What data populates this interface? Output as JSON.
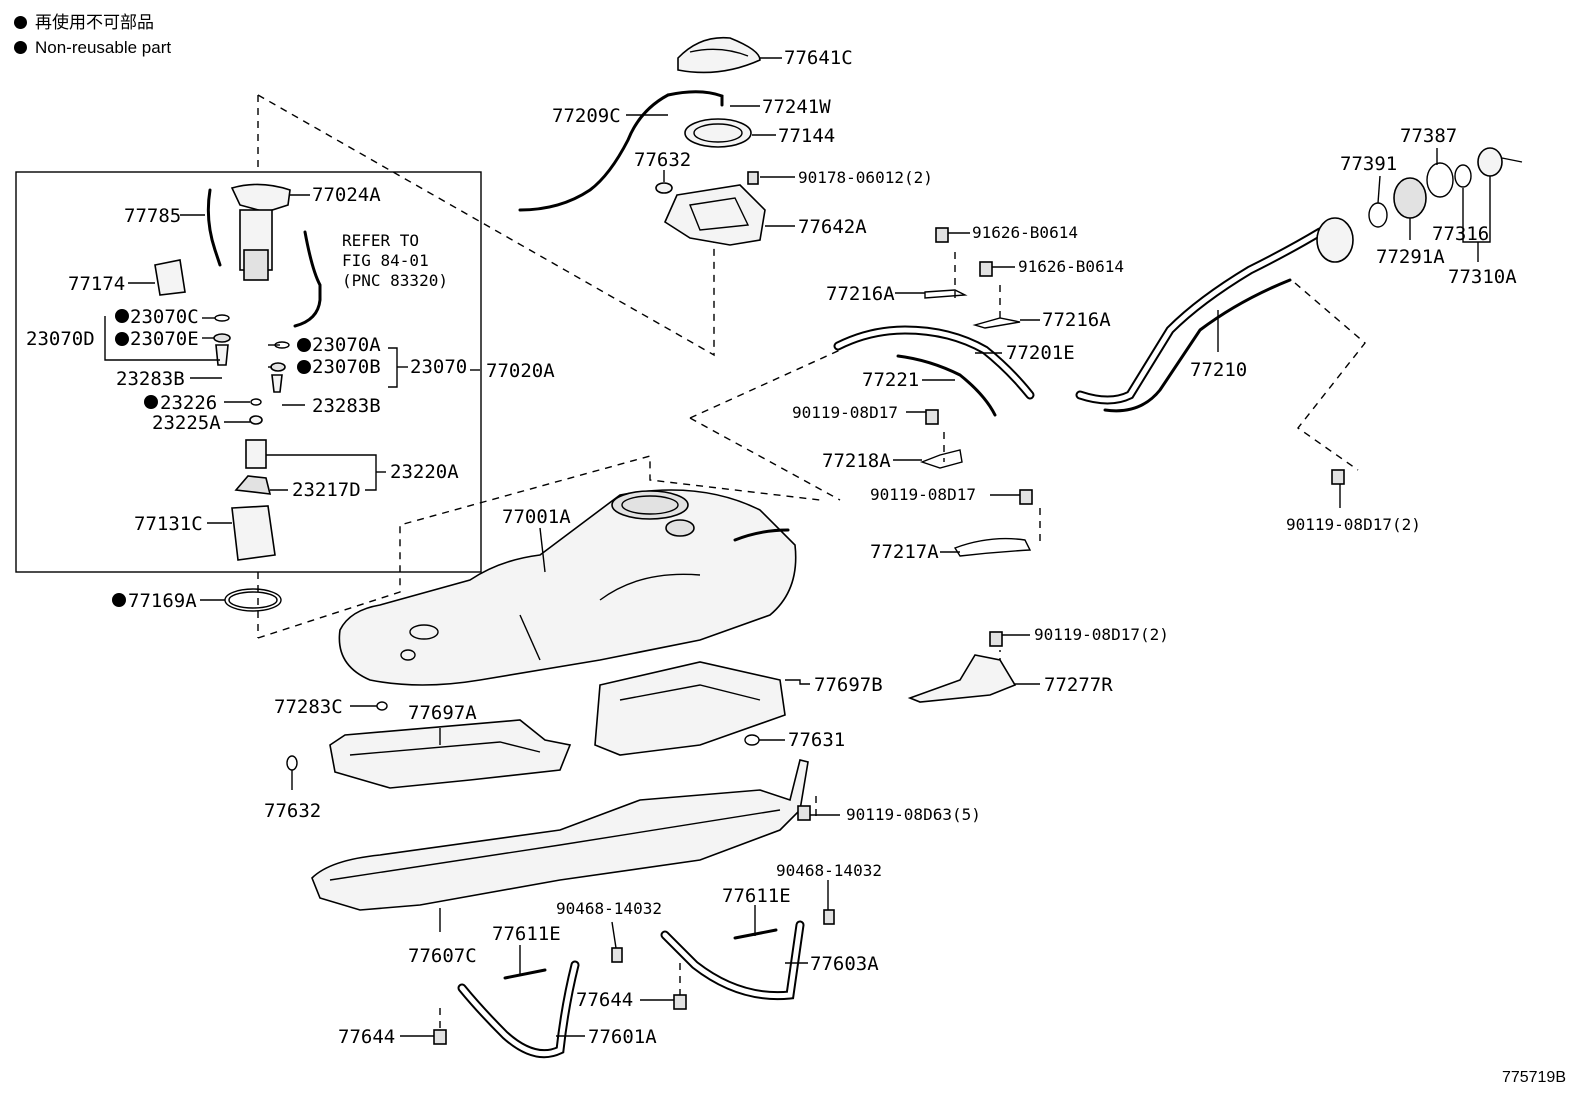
{
  "legend": {
    "jp": "再使用不可部品",
    "en": "Non-reusable part"
  },
  "figure_code": "775719B",
  "labels": {
    "p77641C": "77641C",
    "p77209C": "77209C",
    "p77241W": "77241W",
    "p77144": "77144",
    "p77632a": "77632",
    "p90178": "90178-06012(2)",
    "p77642A": "77642A",
    "p77024A": "77024A",
    "p77785": "77785",
    "refer1": "REFER TO",
    "refer2": "FIG 84-01",
    "refer3": "(PNC 83320)",
    "p77174": "77174",
    "p23070C": "23070C",
    "p23070D": "23070D",
    "p23070E": "23070E",
    "p23070A": "23070A",
    "p23070B": "23070B",
    "p23070": "23070",
    "p77020A": "77020A",
    "p23283Ba": "23283B",
    "p23226": "23226",
    "p23283Bb": "23283B",
    "p23225A": "23225A",
    "p23220A": "23220A",
    "p23217D": "23217D",
    "p77131C": "77131C",
    "p77169A": "77169A",
    "p77001A": "77001A",
    "p91626a": "91626-B0614",
    "p91626b": "91626-B0614",
    "p77216Aa": "77216A",
    "p77216Ab": "77216A",
    "p77201E": "77201E",
    "p77221": "77221",
    "p90119a": "90119-08D17",
    "p77218A": "77218A",
    "p90119b": "90119-08D17",
    "p77217A": "77217A",
    "p77210": "77210",
    "p77391": "77391",
    "p77387": "77387",
    "p77316": "77316",
    "p77291A": "77291A",
    "p77310A": "77310A",
    "p90119c": "90119-08D17(2)",
    "p90119d": "90119-08D17(2)",
    "p77277R": "77277R",
    "p77697B": "77697B",
    "p77283C": "77283C",
    "p77697A": "77697A",
    "p77631": "77631",
    "p77632b": "77632",
    "p90119e": "90119-08D63(5)",
    "p90468a": "90468-14032",
    "p90468b": "90468-14032",
    "p77611Ea": "77611E",
    "p77611Eb": "77611E",
    "p77607C": "77607C",
    "p77603A": "77603A",
    "p77644a": "77644",
    "p77644b": "77644",
    "p77601A": "77601A"
  }
}
